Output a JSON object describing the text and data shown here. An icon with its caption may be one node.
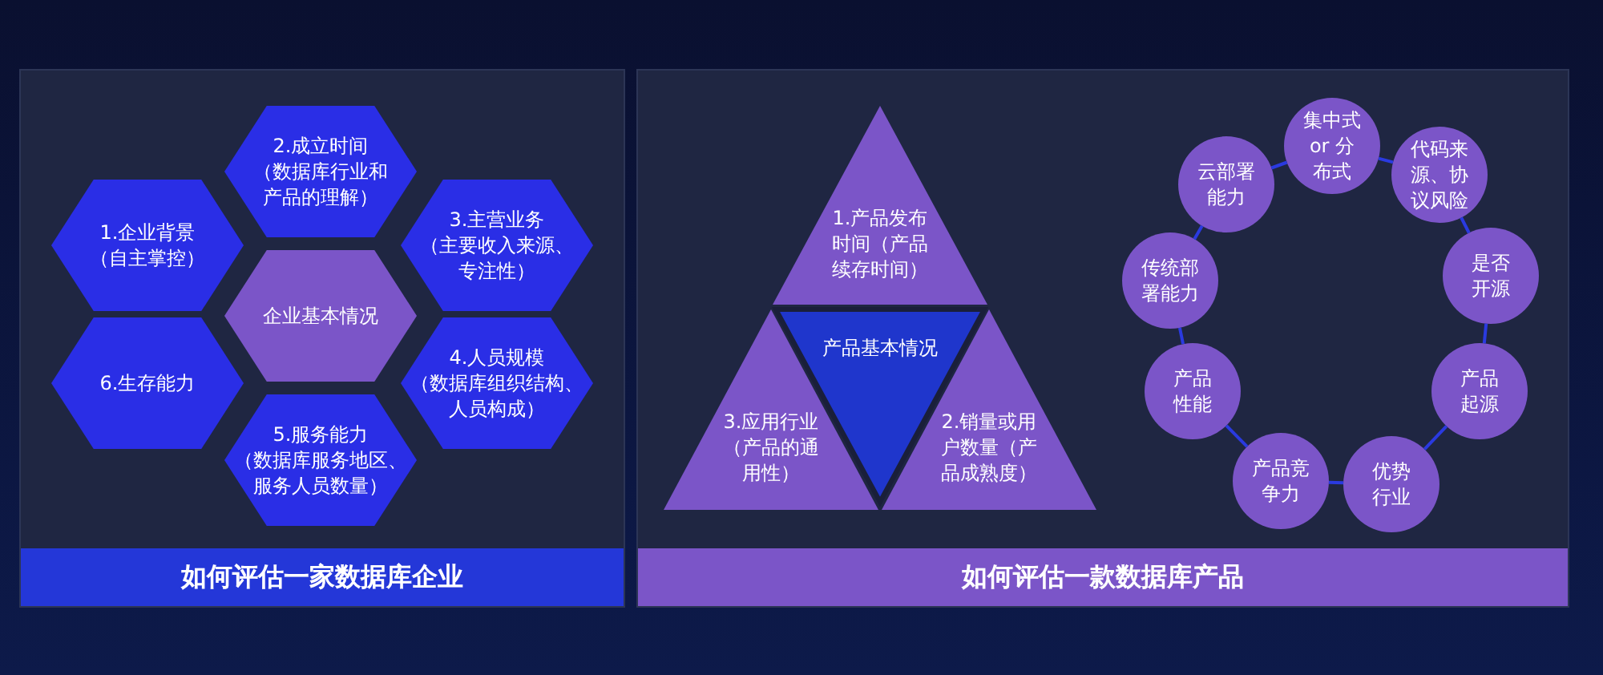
{
  "diagram": {
    "nodes": [
      {
        "text": [],
        "shape": "box"
      },
      {
        "text": [
          "1.企业背景",
          "（自主掌控）"
        ],
        "in": 0
      },
      {
        "text": [
          "2.成立时间",
          "（数据库行业和产品的理解）"
        ],
        "in": 0
      },
      {
        "text": [
          "3.主营业务",
          "（主要收入来源、专注性）"
        ],
        "in": 0
      },
      {
        "text": [
          "4.人员规模",
          "（数据库组织结构、人员构成）"
        ],
        "in": 0
      },
      {
        "text": [
          "5.服务能力",
          "（数据库服务地区、服务人员数量）"
        ],
        "in": 0
      },
      {
        "text": [
          "6.生存能力"
        ],
        "in": 0
      },
      {
        "text": [
          "企业基本情况"
        ],
        "in": 0
      },
      {
        "text": [
          "如何评估一家数据库企业"
        ],
        "in": 0
      },
      {
        "text": [],
        "shape": "box"
      },
      {
        "text": [
          "1.产品发布时间（产品续存时间）"
        ],
        "in": 9
      },
      {
        "text": [
          "产品基本情况"
        ],
        "in": 9
      },
      {
        "text": [
          "3.应用行业（产品的通用性）"
        ],
        "in": 9
      },
      {
        "text": [
          "2.销量或用户数量（产品成熟度）"
        ],
        "in": 9
      },
      {
        "text": [
          "集中式 or 分布式"
        ],
        "in": 9
      },
      {
        "text": [
          "代码来源、协议风险"
        ],
        "in": 9
      },
      {
        "text": [
          "是否开源"
        ],
        "in": 9
      },
      {
        "text": [
          "产品起源"
        ],
        "in": 9
      },
      {
        "text": [
          "优势行业"
        ],
        "in": 9
      },
      {
        "text": [
          "产品竞争力"
        ],
        "in": 9
      },
      {
        "text": [
          "产品性能"
        ],
        "in": 9
      },
      {
        "text": [
          "传统部署能力"
        ],
        "in": 9
      },
      {
        "text": [
          "云部署能力"
        ],
        "in": 9
      },
      {
        "text": [
          "如何评估一款数据库产品"
        ],
        "in": 9
      }
    ],
    "edges": [
      {
        "from": 14,
        "to": 15,
        "arrow": "none"
      },
      {
        "from": 15,
        "to": 16,
        "arrow": "none"
      },
      {
        "from": 16,
        "to": 17,
        "arrow": "none"
      },
      {
        "from": 17,
        "to": 18,
        "arrow": "none"
      },
      {
        "from": 18,
        "to": 19,
        "arrow": "none"
      },
      {
        "from": 19,
        "to": 20,
        "arrow": "none"
      },
      {
        "from": 20,
        "to": 21,
        "arrow": "none"
      },
      {
        "from": 21,
        "to": 22,
        "arrow": "none"
      },
      {
        "from": 22,
        "to": 14,
        "arrow": "none"
      }
    ]
  }
}
